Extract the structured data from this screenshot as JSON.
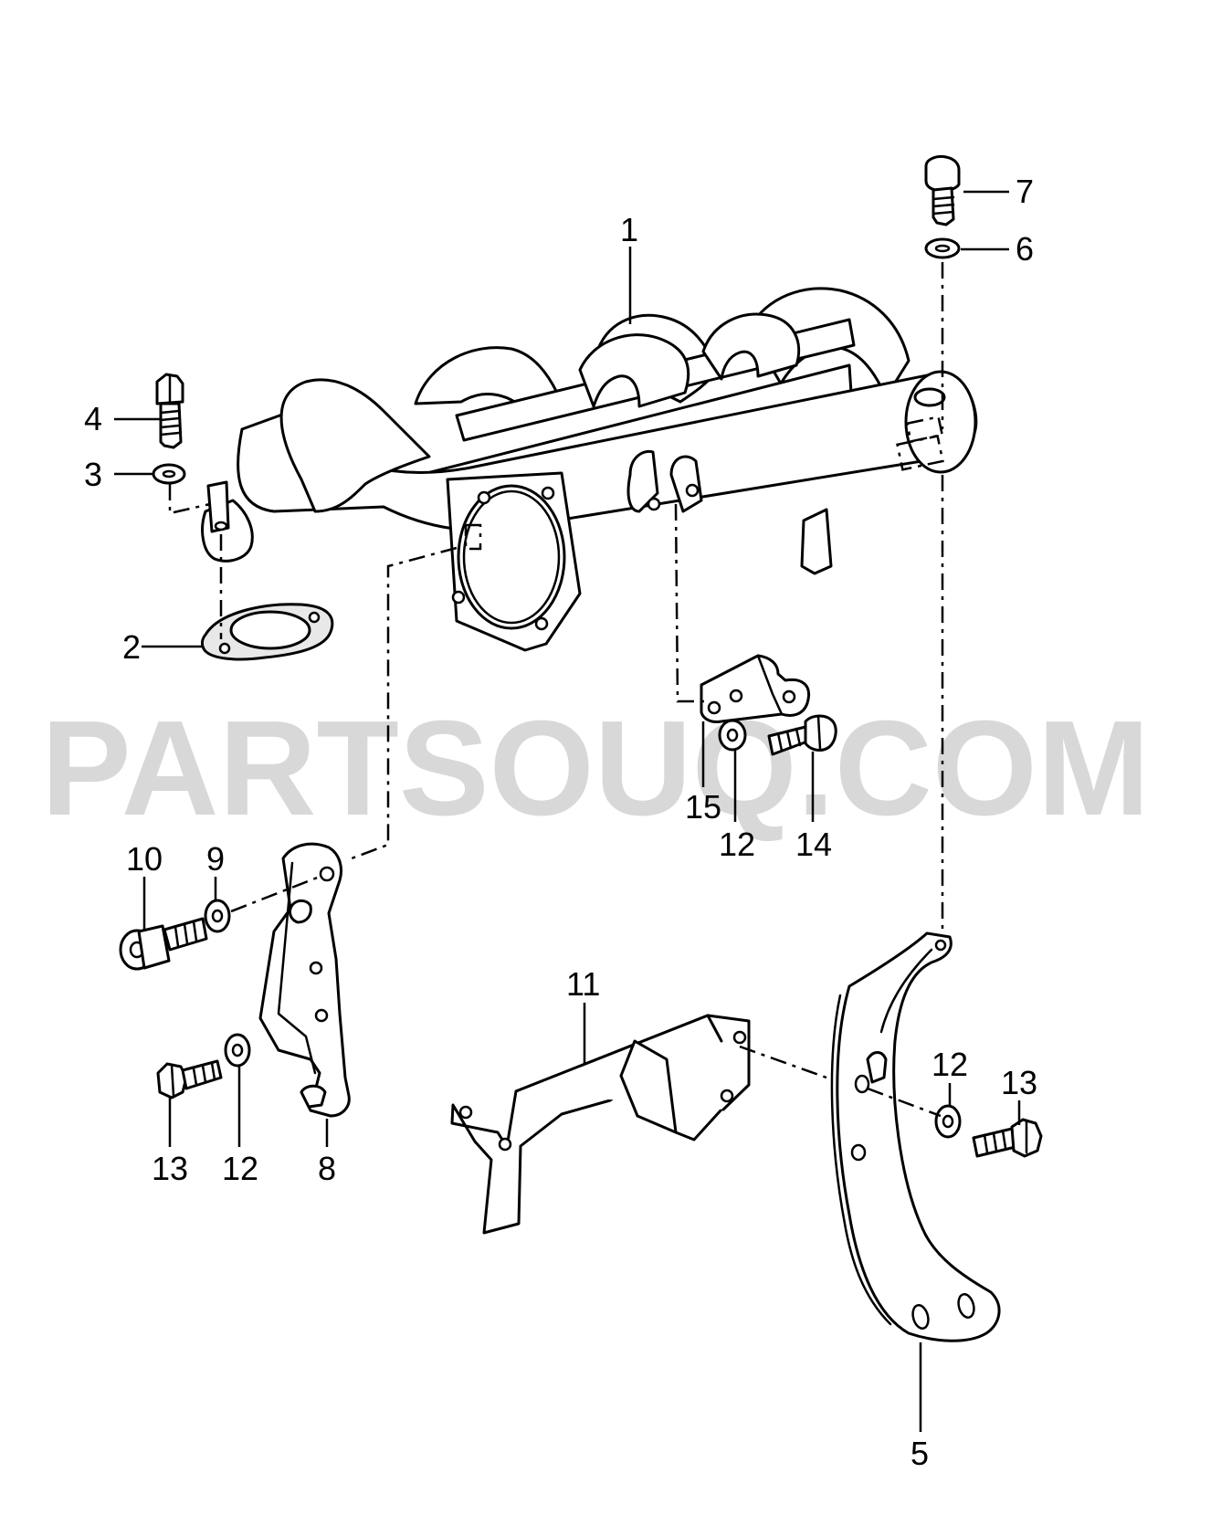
{
  "watermark": "PARTSOUQ.COM",
  "callouts": {
    "c1": "1",
    "c2": "2",
    "c3": "3",
    "c4": "4",
    "c5": "5",
    "c6": "6",
    "c7": "7",
    "c8": "8",
    "c9": "9",
    "c10": "10",
    "c11": "11",
    "c12a": "12",
    "c12b": "12",
    "c12c": "12",
    "c13a": "13",
    "c13b": "13",
    "c14": "14",
    "c15": "15"
  }
}
